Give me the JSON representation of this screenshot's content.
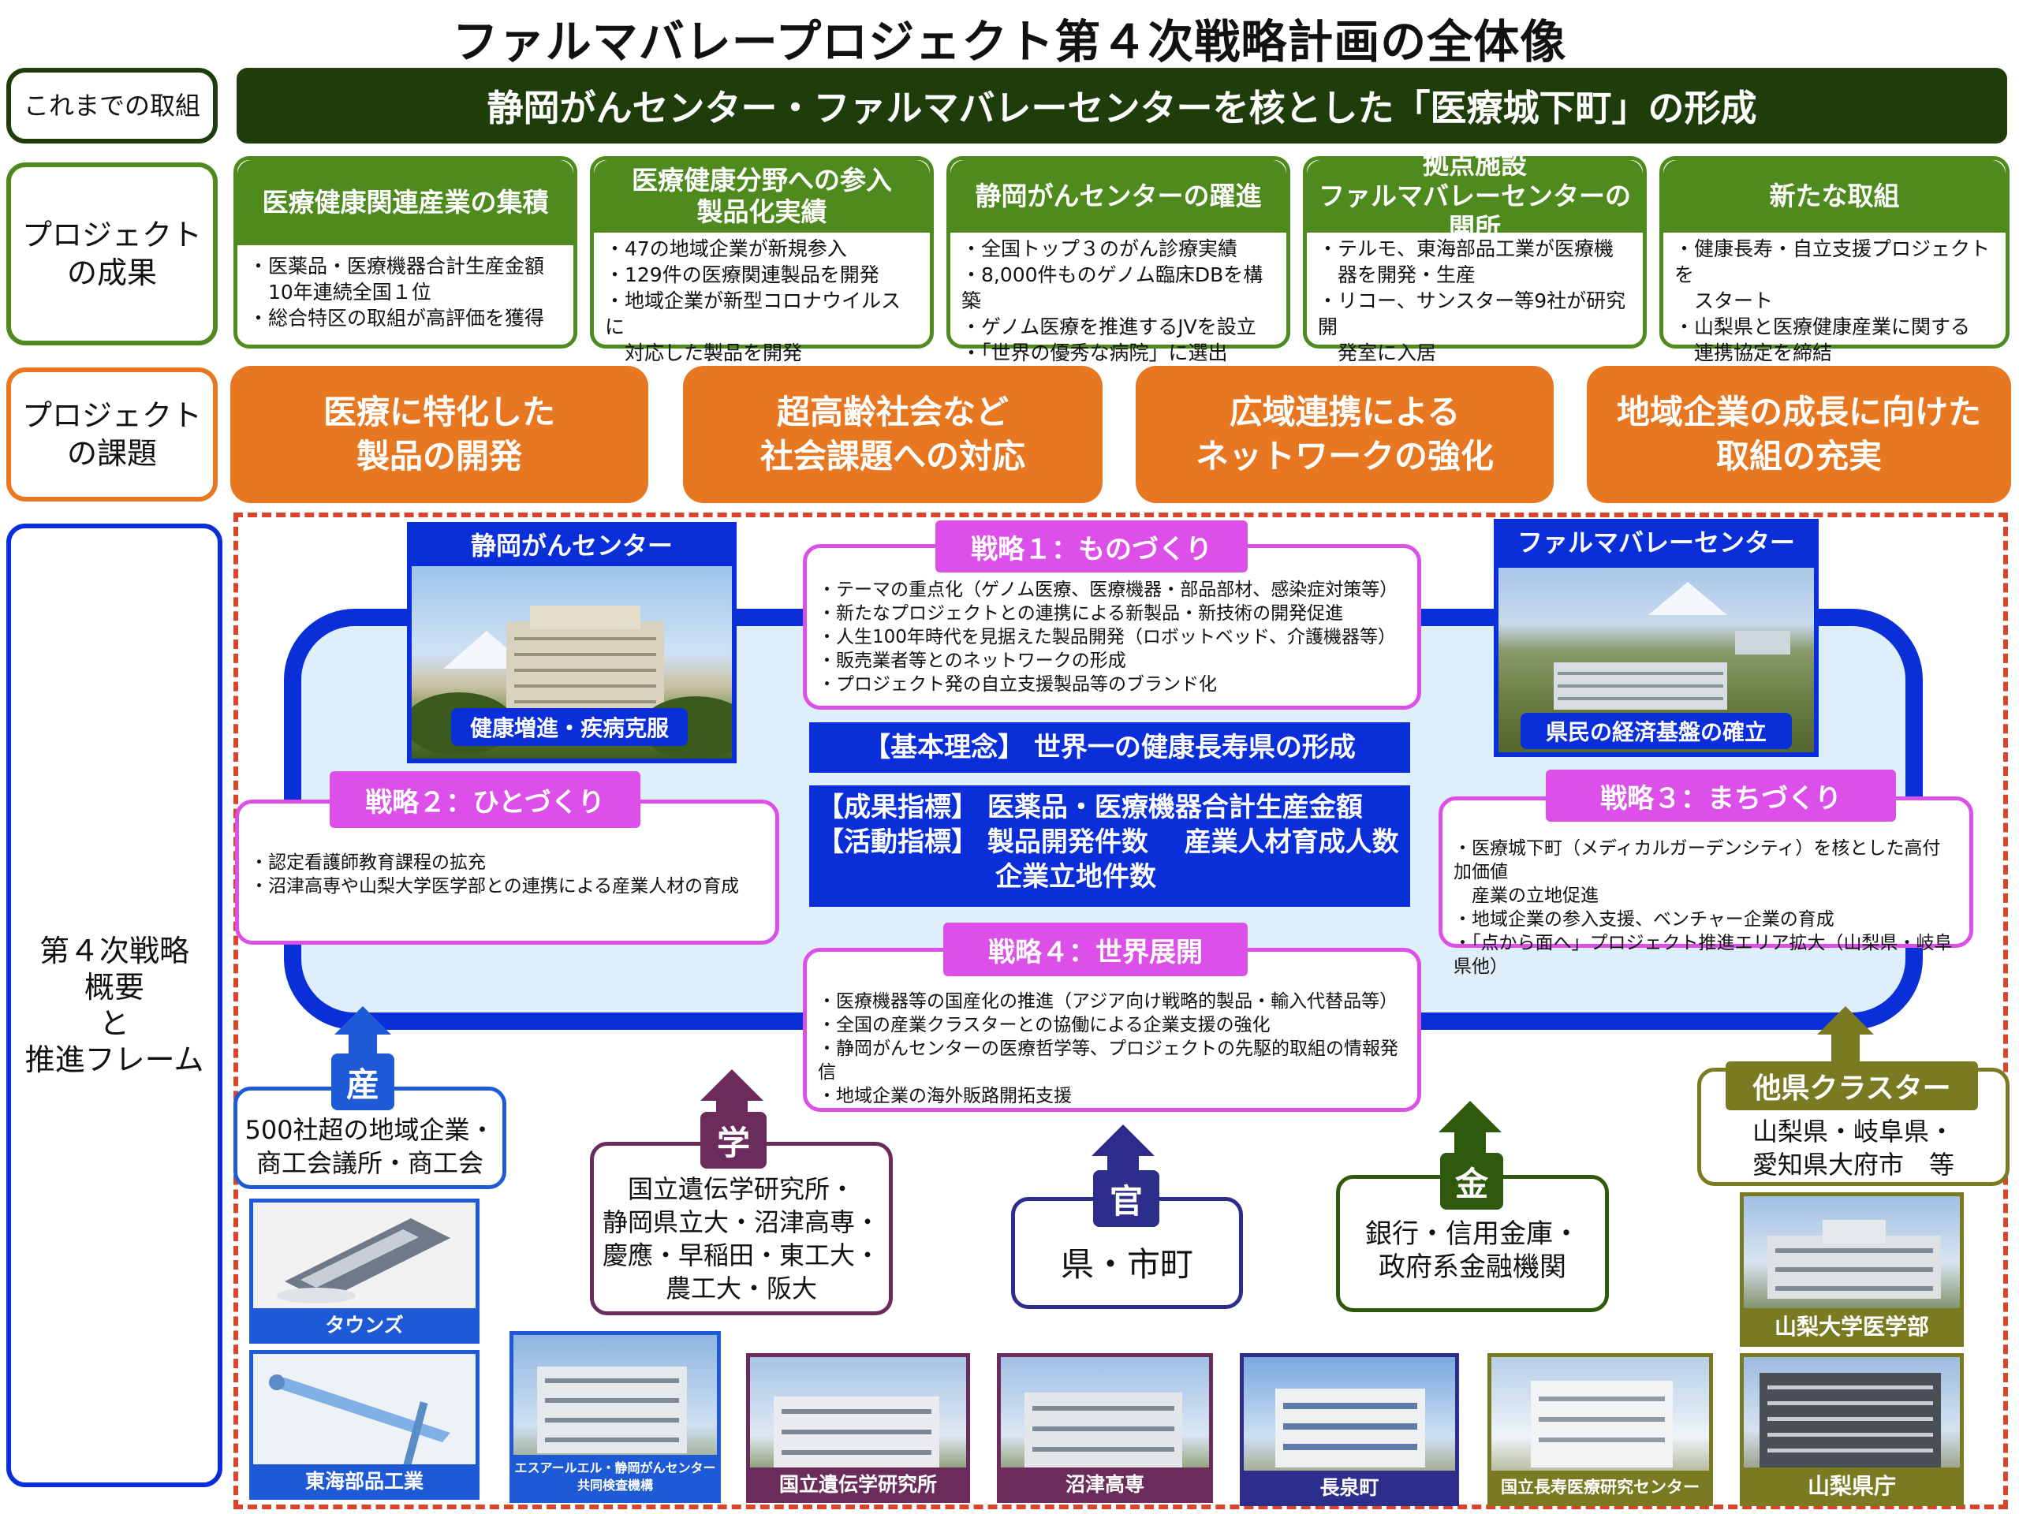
{
  "title": "ファルマバレープロジェクト第４次戦略計画の全体像",
  "rows": {
    "prev": "これまでの取組",
    "results": "プロジェクト\nの成果",
    "issues": "プロジェクト\nの課題",
    "strategy": "第４次戦略\n概要\nと\n推進フレーム"
  },
  "banner": "静岡がんセンター・ファルマバレーセンターを核とした「医療城下町」の形成",
  "results": [
    {
      "head": "医療健康関連産業の集積",
      "body": "・医薬品・医療機器合計生産金額\n　10年連続全国１位\n・総合特区の取組が高評価を獲得"
    },
    {
      "head": "医療健康分野への参入\n製品化実績",
      "body": "・47の地域企業が新規参入\n・129件の医療関連製品を開発\n・地域企業が新型コロナウイルスに\n　対応した製品を開発"
    },
    {
      "head": "静岡がんセンターの躍進",
      "body": "・全国トップ３のがん診療実績\n・8,000件ものゲノム臨床DBを構築\n・ゲノム医療を推進するJVを設立\n・「世界の優秀な病院」に選出"
    },
    {
      "head": "拠点施設\nファルマバレーセンターの開所",
      "body": "・テルモ、東海部品工業が医療機\n　器を開発・生産\n・リコー、サンスター等9社が研究開\n　発室に入居"
    },
    {
      "head": "新たな取組",
      "body": "・健康長寿・自立支援プロジェクトを\n　スタート\n・山梨県と医療健康産業に関する\n　連携協定を締結"
    }
  ],
  "issues": [
    "医療に特化した\n製品の開発",
    "超高齢社会など\n社会課題への対応",
    "広域連携による\nネットワークの強化",
    "地域企業の成長に向けた\n取組の充実"
  ],
  "centers": {
    "left_name": "静岡がんセンター",
    "left_caption": "健康増進・疾病克服",
    "right_name": "ファルマバレーセンター",
    "right_caption": "県民の経済基盤の確立"
  },
  "strategies": {
    "s1": {
      "head": "戦略１：ものづくり",
      "body": "・テーマの重点化（ゲノム医療、医療機器・部品部材、感染症対策等）\n・新たなプロジェクトとの連携による新製品・新技術の開発促進\n・人生100年時代を見据えた製品開発（ロボットベッド、介護機器等）\n・販売業者等とのネットワークの形成\n・プロジェクト発の自立支援製品等のブランド化"
    },
    "s2": {
      "head": "戦略２：ひとづくり",
      "body": "・認定看護師教育課程の拡充\n・沼津高専や山梨大学医学部との連携による産業人材の育成"
    },
    "s3": {
      "head": "戦略３：まちづくり",
      "body": "・医療城下町（メディカルガーデンシティ）を核とした高付加価値\n　産業の立地促進\n・地域企業の参入支援、ベンチャー企業の育成\n・「点から面へ」プロジェクト推進エリア拡大（山梨県・岐阜県他）"
    },
    "s4": {
      "head": "戦略４：世界展開",
      "body": "・医療機器等の国産化の推進（アジア向け戦略的製品・輸入代替品等）\n・全国の産業クラスターとの協働による企業支援の強化\n・静岡がんセンターの医療哲学等、プロジェクトの先駆的取組の情報発信\n・地域企業の海外販路開拓支援"
    }
  },
  "core": {
    "principle": "【基本理念】 世界一の健康長寿県の形成",
    "indicator1": "【成果指標】 医薬品・医療機器合計生産金額",
    "indicator2": "【活動指標】 製品開発件数　 産業人材育成人数",
    "indicator3": "企業立地件数"
  },
  "actors": {
    "industry": {
      "label": "産",
      "text": "500社超の地域企業・\n商工会議所・商工会"
    },
    "academia": {
      "label": "学",
      "text": "国立遺伝学研究所・\n静岡県立大・沼津高専・\n慶應・早稲田・東工大・\n農工大・阪大"
    },
    "government": {
      "label": "官",
      "text": "県・市町"
    },
    "finance": {
      "label": "金",
      "text": "銀行・信用金庫・\n政府系金融機関"
    },
    "cluster": {
      "label": "他県クラスター",
      "text": "山梨県・岐阜県・\n愛知県大府市　等"
    }
  },
  "photos": [
    "タウンズ",
    "東海部品工業",
    "エスアールエル・静岡がんセンター\n共同検査機構",
    "国立遺伝学研究所",
    "沼津高専",
    "長泉町",
    "国立長寿医療研究センター",
    "山梨大学医学部",
    "山梨県庁"
  ],
  "colors": {
    "green_dark": "#1e3d0a",
    "green": "#4f8a1e",
    "orange": "#e87722",
    "blue": "#0a2fd8",
    "magenta": "#dc4fe8",
    "purple": "#6b2c5c",
    "navy": "#2d2d8c",
    "olive": "#7a7a22",
    "red_dash": "#d9452b"
  }
}
